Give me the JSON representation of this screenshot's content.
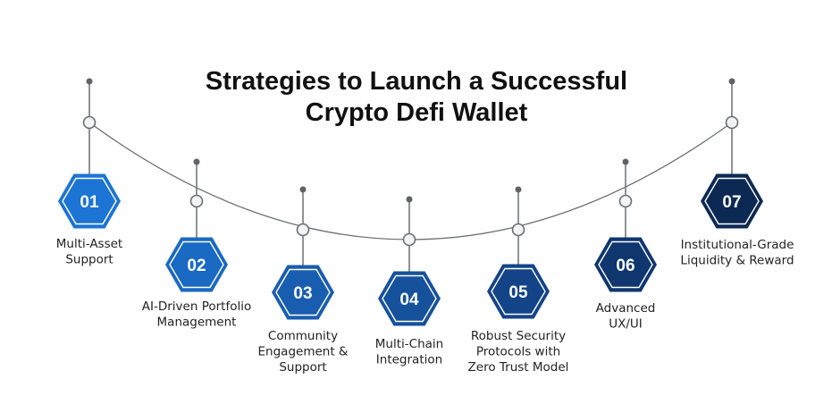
{
  "title": {
    "line1": "Strategies to Launch a Successful",
    "line2": "Crypto Defi Wallet"
  },
  "steps": [
    {
      "number": "01",
      "lines": [
        "Multi-Asset",
        "Support"
      ],
      "color": "#1c74d4"
    },
    {
      "number": "02",
      "lines": [
        "AI-Driven Portfolio",
        "Management"
      ],
      "color": "#1a69c2"
    },
    {
      "number": "03",
      "lines": [
        "Community",
        "Engagement &",
        "Support"
      ],
      "color": "#195db0"
    },
    {
      "number": "04",
      "lines": [
        "Multi-Chain",
        "Integration"
      ],
      "color": "#16519c"
    },
    {
      "number": "05",
      "lines": [
        "Robust Security",
        "Protocols with",
        "Zero Trust Model"
      ],
      "color": "#134488"
    },
    {
      "number": "06",
      "lines": [
        "Advanced",
        "UX/UI"
      ],
      "color": "#0f366f"
    },
    {
      "number": "07",
      "lines": [
        "Institutional-Grade",
        "Liquidity & Reward"
      ],
      "color": "#0c2953"
    }
  ]
}
